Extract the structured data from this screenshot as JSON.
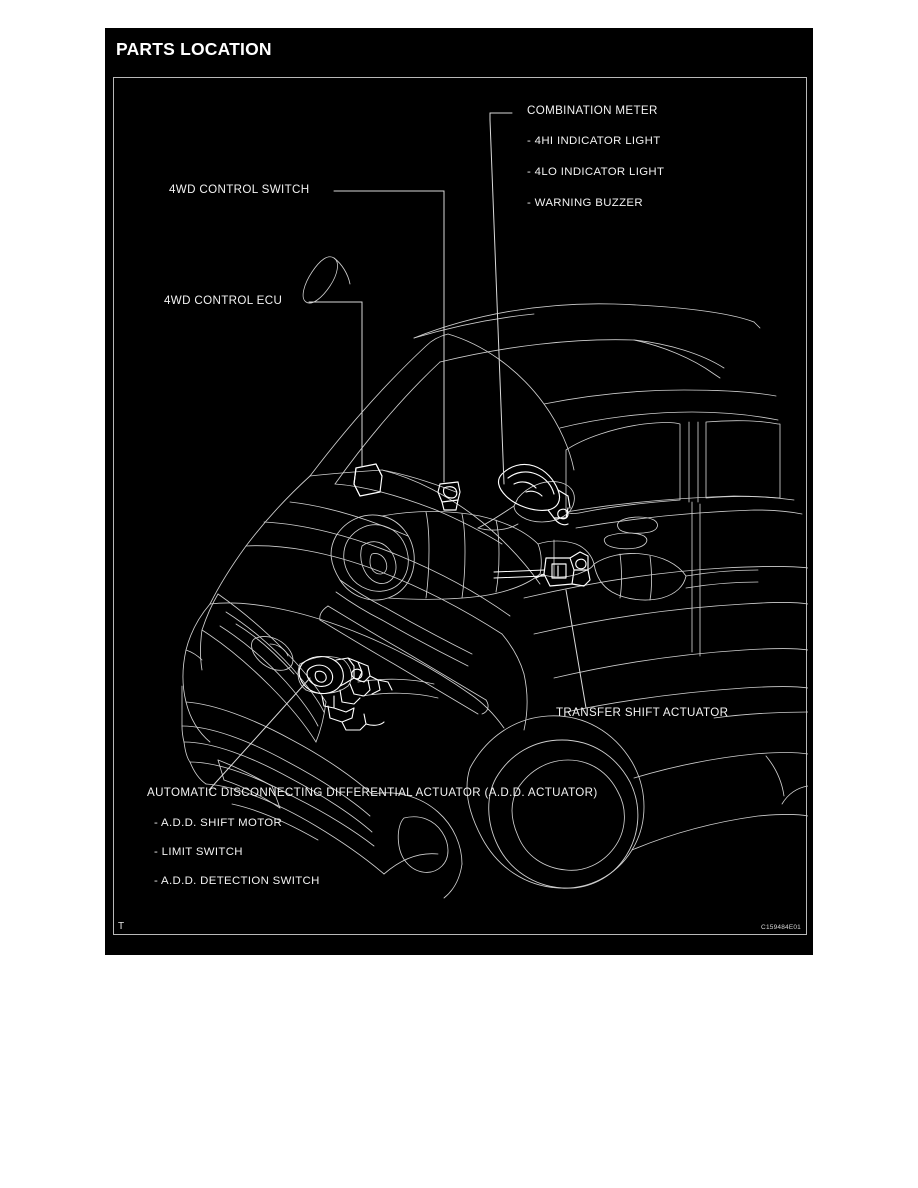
{
  "page": {
    "background_color": "#ffffff",
    "panel_color": "#000000",
    "line_color": "#cfcfcf",
    "text_color": "#f2f2f2"
  },
  "section": {
    "title": "PARTS LOCATION"
  },
  "figure": {
    "corner_mark": "T",
    "figure_code": "C159484E01",
    "border_color": "#b9b9b9",
    "subject": "4WD system parts location on pickup truck cutaway illustration"
  },
  "callouts": [
    {
      "id": "combination-meter",
      "label": "COMBINATION METER",
      "items": [
        "- 4HI INDICATOR LIGHT",
        "- 4LO INDICATOR LIGHT",
        "- WARNING BUZZER"
      ]
    },
    {
      "id": "4wd-control-switch",
      "label": "4WD CONTROL SWITCH",
      "items": []
    },
    {
      "id": "4wd-control-ecu",
      "label": "4WD CONTROL ECU",
      "items": []
    },
    {
      "id": "transfer-shift-actuator",
      "label": "TRANSFER SHIFT ACTUATOR",
      "items": []
    },
    {
      "id": "add-actuator",
      "label": "AUTOMATIC DISCONNECTING DIFFERENTIAL ACTUATOR (A.D.D. ACTUATOR)",
      "items": [
        "- A.D.D. SHIFT MOTOR",
        "- LIMIT SWITCH",
        "- A.D.D. DETECTION SWITCH"
      ]
    }
  ]
}
